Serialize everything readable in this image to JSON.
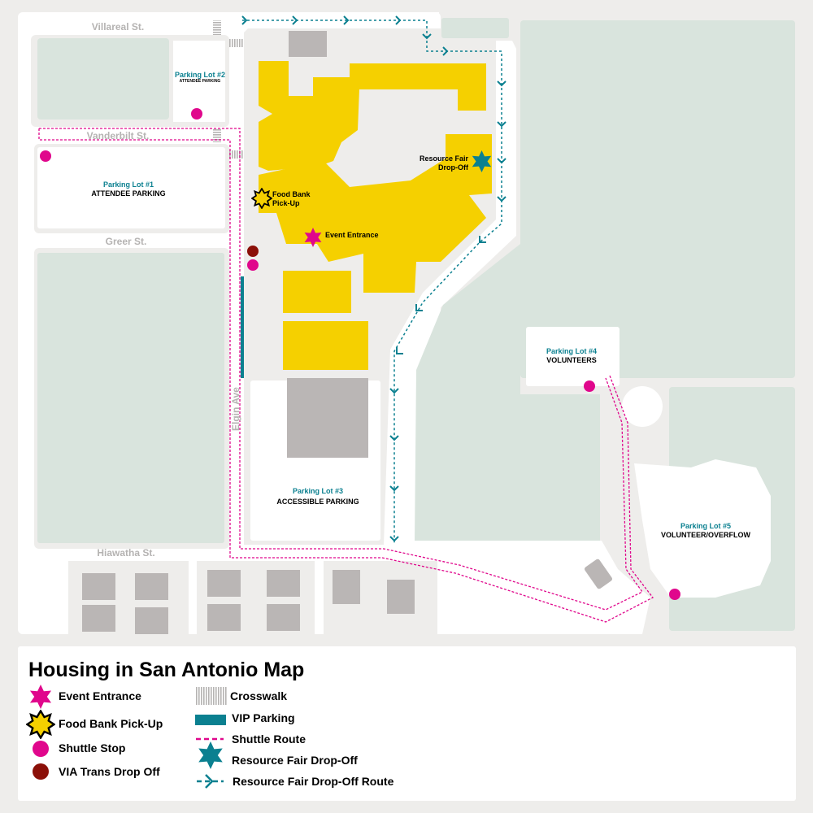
{
  "map": {
    "streets": {
      "villareal": "Villareal St.",
      "vanderbilt": "Vanderbilt St.",
      "greer": "Greer St.",
      "hiawatha": "Hiawatha St.",
      "elgin": "Elgin Ave"
    },
    "lots": [
      {
        "name": "Parking Lot #1",
        "desc": "ATTENDEE PARKING"
      },
      {
        "name": "Parking Lot #2",
        "desc": "ATTENDEE PARKING"
      },
      {
        "name": "Parking Lot #3",
        "desc": "ACCESSIBLE PARKING"
      },
      {
        "name": "Parking Lot #4",
        "desc": "VOLUNTEERS"
      },
      {
        "name": "Parking Lot #5",
        "desc": "VOLUNTEER/OVERFLOW"
      }
    ],
    "poi": {
      "resource_fair": [
        "Resource Fair",
        "Drop-Off"
      ],
      "food_bank": [
        "Food Bank",
        "Pick-Up"
      ],
      "event_entrance": "Event Entrance"
    }
  },
  "legend": {
    "title": "Housing in San Antonio Map",
    "items": [
      {
        "icon": "magenta-star-icon",
        "label": "Event Entrance"
      },
      {
        "icon": "yellow-star-icon",
        "label": "Food Bank Pick-Up"
      },
      {
        "icon": "magenta-circle-icon",
        "label": "Shuttle Stop"
      },
      {
        "icon": "darkred-circle-icon",
        "label": "VIA Trans Drop Off"
      },
      {
        "icon": "crosswalk-icon",
        "label": "Crosswalk"
      },
      {
        "icon": "teal-bar-icon",
        "label": "VIP Parking"
      },
      {
        "icon": "pink-dash-icon",
        "label": "Shuttle Route"
      },
      {
        "icon": "teal-star-icon",
        "label": "Resource Fair Drop-Off"
      },
      {
        "icon": "teal-dash-arrow-icon",
        "label": "Resource Fair Drop-Off Route"
      }
    ]
  },
  "colors": {
    "building": "#f5d000",
    "green": "#d9e4dd",
    "teal": "#0b8090",
    "magenta": "#e0078c",
    "darkred": "#8b1008",
    "gray": "#bab6b5"
  }
}
